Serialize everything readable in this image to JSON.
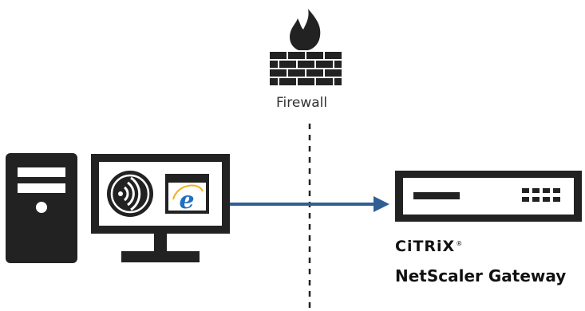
{
  "firewall": {
    "label": "Firewall",
    "icon": "firewall-icon"
  },
  "client": {
    "tower_icon": "computer-tower-icon",
    "monitor_icon": "monitor-icon",
    "receiver_icon": "citrix-receiver-icon",
    "browser_icon": "internet-explorer-icon"
  },
  "gateway": {
    "icon": "appliance-icon",
    "brand": "CiTRiX",
    "brand_mark": "®",
    "product": "NetScaler Gateway"
  },
  "colors": {
    "dark": "#222222",
    "connection": "#2f5e94",
    "ie_blue": "#1f6fc5"
  }
}
